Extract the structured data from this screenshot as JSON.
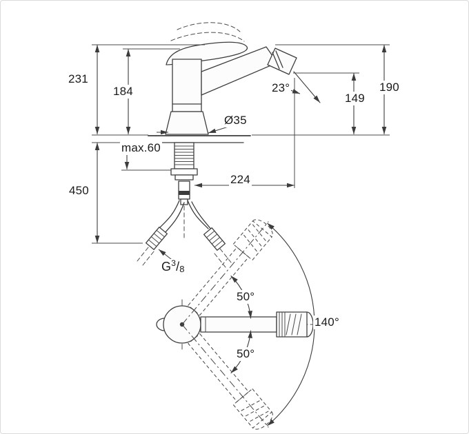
{
  "drawing": {
    "line_color": "#3c3c3c",
    "background": "#ffffff"
  },
  "labels": {
    "overall_height": "231",
    "body_height": "184",
    "outlet_height": "190",
    "clearance_height": "149",
    "spout_angle": "23°",
    "base_diameter": "Ø35",
    "max_mounting_thickness": "max.60",
    "hose_length": "450",
    "spout_reach": "224",
    "thread": {
      "prefix": "G",
      "sup": "3",
      "slash": "/",
      "sub": "8"
    },
    "swivel_upper": "50°",
    "swivel_lower": "50°",
    "swivel_range": "140°"
  }
}
